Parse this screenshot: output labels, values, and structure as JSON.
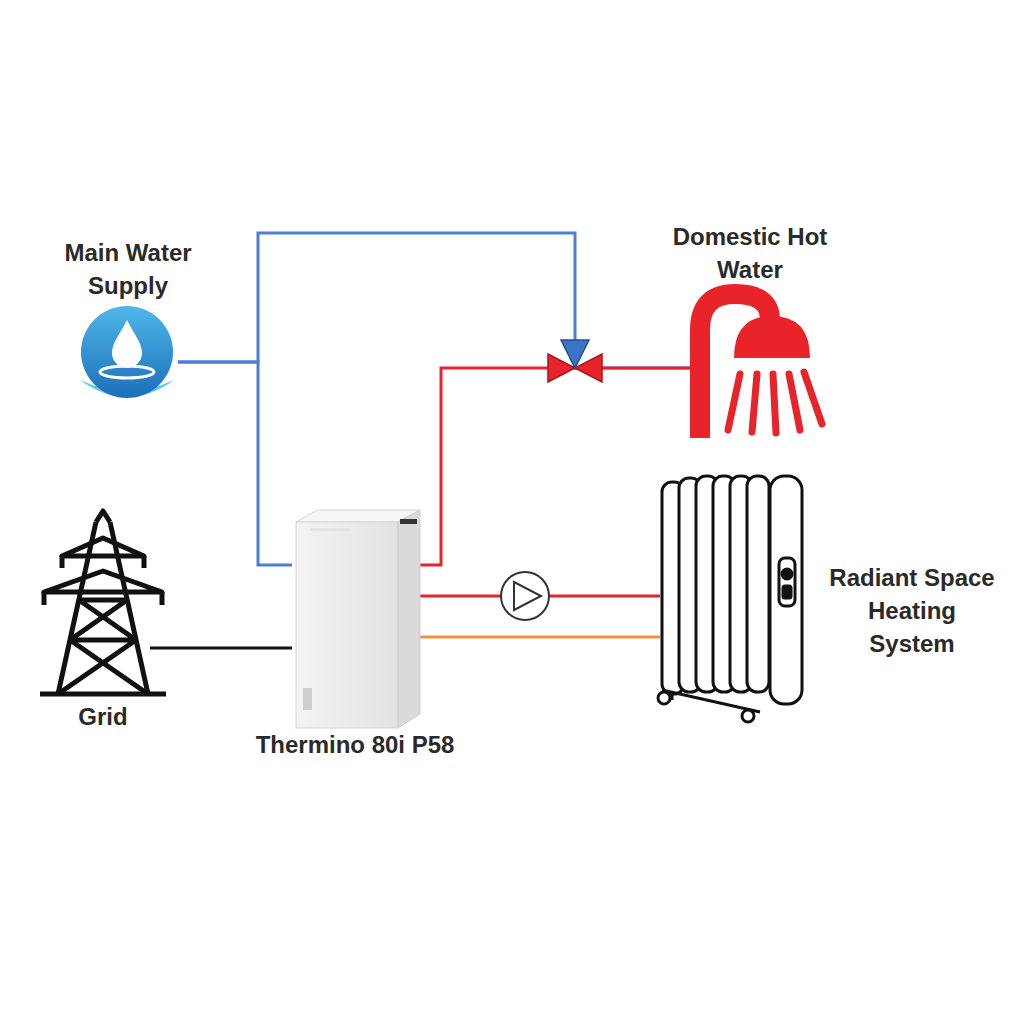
{
  "diagram": {
    "nodes": [
      {
        "text": [
          "Main Water Supply"
        ]
      },
      {
        "text": [
          "Domestic Hot Water"
        ]
      },
      {
        "text": [
          "Grid"
        ]
      },
      {
        "text": [
          "Thermino 80i P58"
        ]
      },
      {
        "text": [
          "Radiant Space Heating System"
        ]
      }
    ],
    "edges": [
      {
        "from": 0,
        "to": 3,
        "arrow": "none"
      },
      {
        "from": 0,
        "to": 1,
        "arrow": "none"
      },
      {
        "from": 3,
        "to": 1,
        "arrow": "none"
      },
      {
        "from": 2,
        "to": 3,
        "arrow": "none"
      },
      {
        "from": 3,
        "to": 4,
        "arrow": "none"
      },
      {
        "from": 4,
        "to": 3,
        "arrow": "none"
      }
    ]
  }
}
